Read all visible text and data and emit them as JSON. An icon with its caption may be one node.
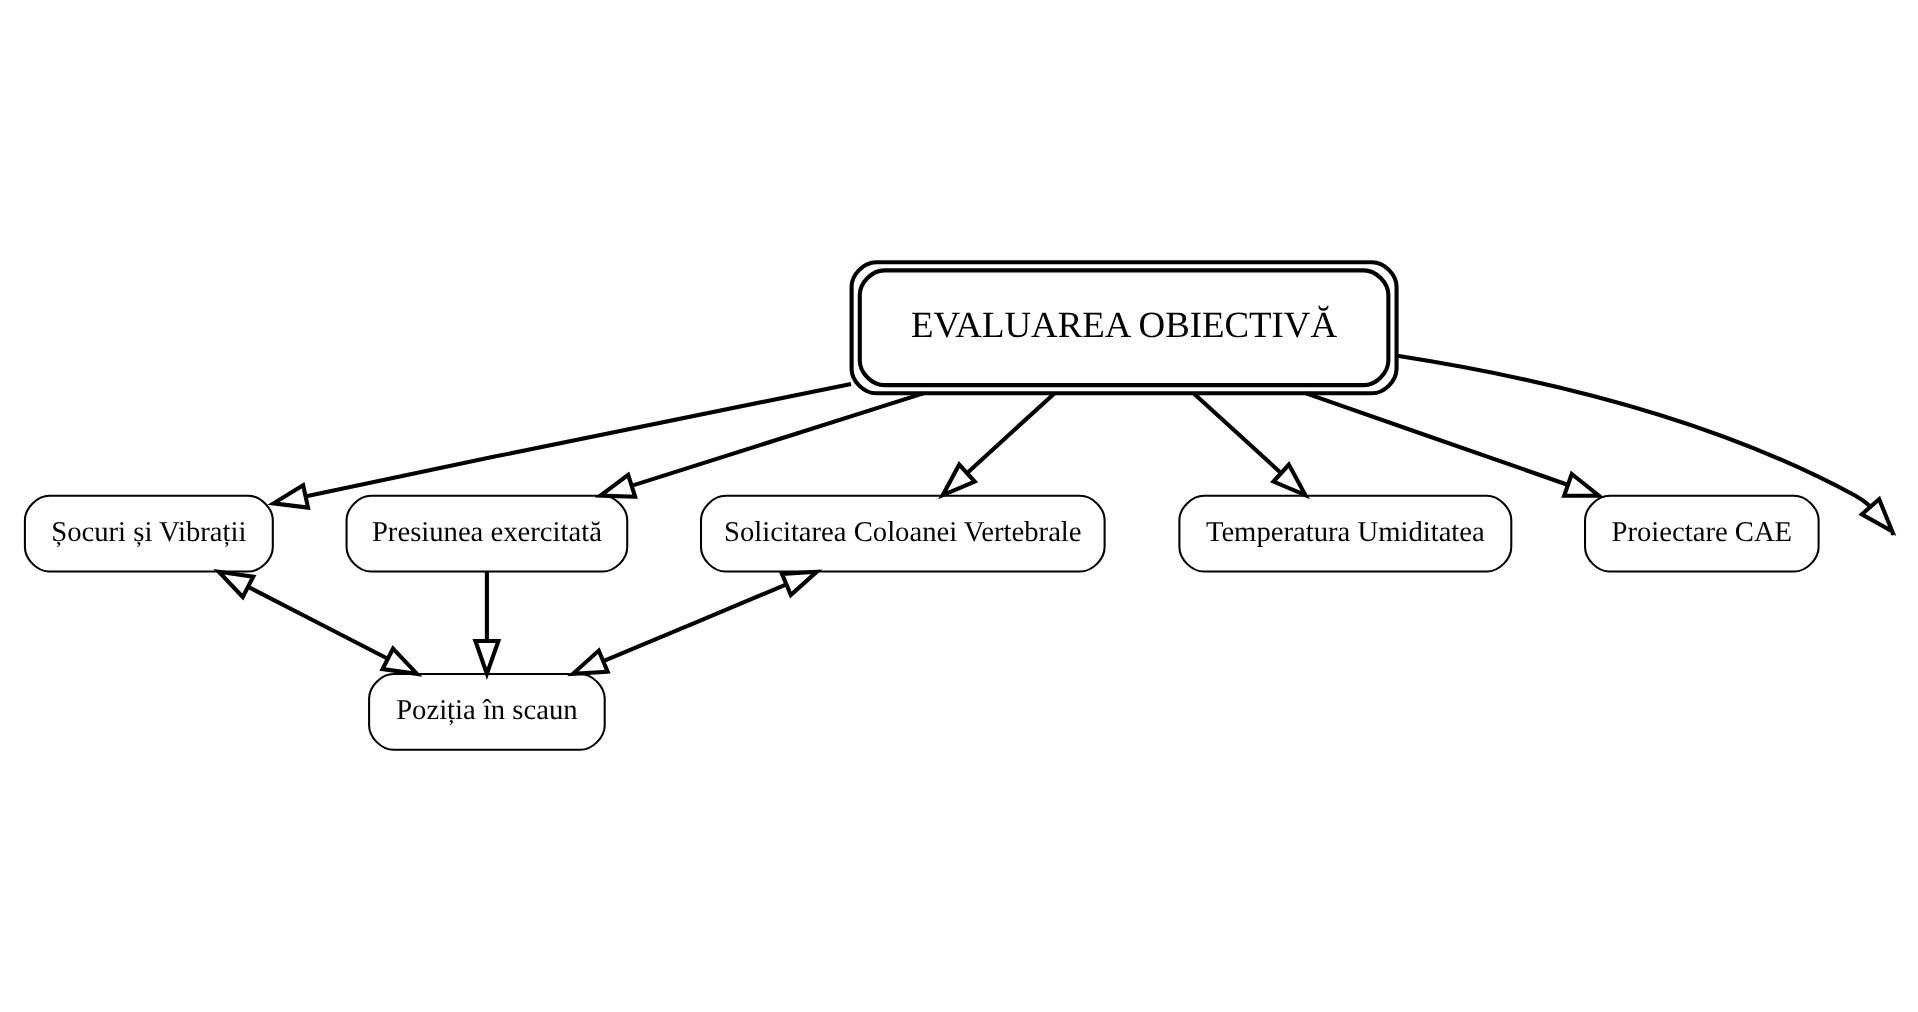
{
  "diagram": {
    "nodes": [
      {
        "text": [
          "EVALUAREA OBIECTIVĂ"
        ]
      },
      {
        "text": [
          "Șocuri și Vibrații"
        ]
      },
      {
        "text": [
          "Presiunea exercitată"
        ]
      },
      {
        "text": [
          "Solicitarea Coloanei Vertebrale"
        ]
      },
      {
        "text": [
          "Temperatura Umiditatea"
        ]
      },
      {
        "text": [
          "Proiectare CAE"
        ]
      },
      {
        "text": [
          "Poziția în scaun"
        ]
      }
    ],
    "edges": [
      {
        "from": 0,
        "to": null,
        "arrow": "to"
      },
      {
        "from": 0,
        "to": 1,
        "arrow": "to"
      },
      {
        "from": 0,
        "to": 2,
        "arrow": "to"
      },
      {
        "from": 0,
        "to": 3,
        "arrow": "to"
      },
      {
        "from": 0,
        "to": 4,
        "arrow": "to"
      },
      {
        "from": 0,
        "to": 5,
        "arrow": "to"
      },
      {
        "from": 2,
        "to": 6,
        "arrow": "to"
      },
      {
        "from": 1,
        "to": 6,
        "arrow": "both"
      },
      {
        "from": 3,
        "to": 6,
        "arrow": "both"
      }
    ]
  }
}
